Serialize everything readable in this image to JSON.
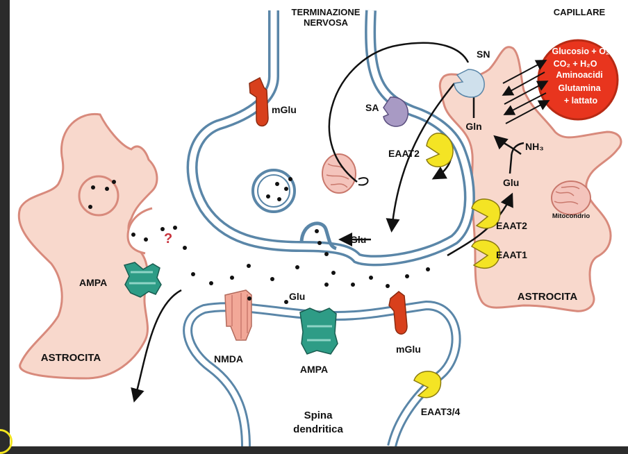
{
  "labels": {
    "terminal_line1": "TERMINAZIONE",
    "terminal_line2": "NERVOSA",
    "capillare": "CAPILLARE",
    "sn": "SN",
    "sa": "SA",
    "mglu_pre": "mGlu",
    "eaat2_pre": "EAAT2",
    "gln": "Gln",
    "nh3": "NH₃",
    "glu_astro": "Glu",
    "mitocondrio": "Mitocondrio",
    "eaat2_astro": "EAAT2",
    "eaat1_astro": "EAAT1",
    "astrocita_right": "ASTROCITA",
    "glu_release": "Glu",
    "glu_cleft": "Glu",
    "question": "?",
    "ampa_left": "AMPA",
    "astrocita_left": "ASTROCITA",
    "nmda": "NMDA",
    "ampa_post": "AMPA",
    "mglu_post": "mGlu",
    "eaat34": "EAAT3/4",
    "spina_line1": "Spina",
    "spina_line2": "dendritica"
  },
  "capillary": {
    "line1": "Glucosio + O₂",
    "line2": "CO₂ + H₂O",
    "line3": "Aminoacidi",
    "line4": "Glutamina",
    "line5": "+ lattato"
  },
  "colors": {
    "membrane": "#5a86a8",
    "astrocyte_fill": "#f8d8cc",
    "astrocyte_stroke": "#d88a7c",
    "capillary": "#e8351e",
    "mglu": "#d8401c",
    "eaat": "#f4e424",
    "ampa": "#2e9c86",
    "nmda": "#f2a898",
    "sa": "#a89ac4",
    "sn": "#cfe0ec"
  }
}
